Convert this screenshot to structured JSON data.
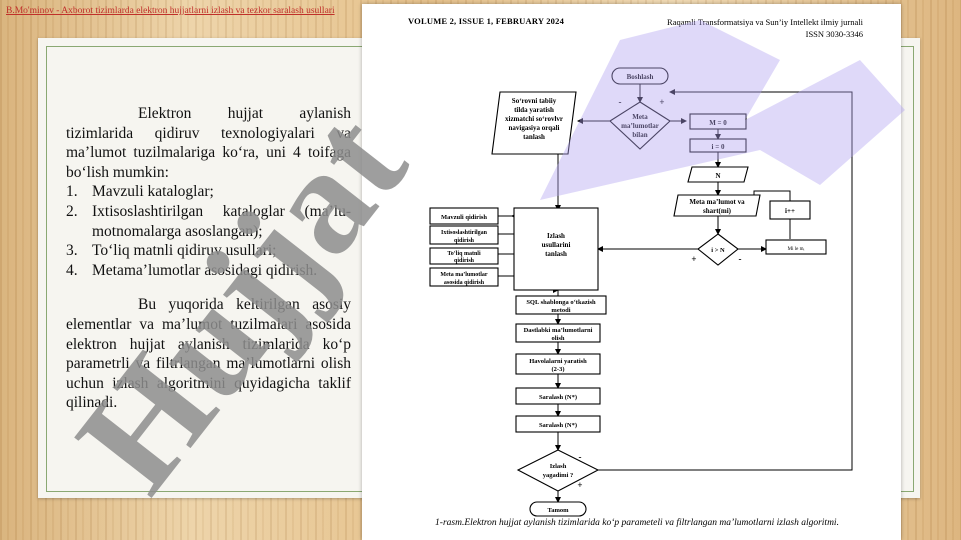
{
  "header": {
    "link_text": "B.Mo'minov - Axborot tizimlarda elektron hujjatlarni izlash va tezkor saralash usullari"
  },
  "slide": {
    "para1": "Elektron hujjat aylanish tizimlarida qidiruv texnologiyalari va ma’lumot tuzilmalariga ko‘ra, uni 4 toifaga bo‘lish mumkin:",
    "list": [
      {
        "num": "1.",
        "text": "Mavzuli kataloglar;"
      },
      {
        "num": "2.",
        "text": "Ixtisoslashtirilgan kataloglar (ma’lu-motnomalarga asoslangan);"
      },
      {
        "num": "3.",
        "text": "To‘liq matnli qidiruv usullari;"
      },
      {
        "num": "4.",
        "text": "Metama’lumotlar asosidagi qidirish."
      }
    ],
    "para2": "Bu yuqorida keltirilgan asosiy elementlar va ma’lumot tuzilmalari asosida elektron hujjat aylanish tizimlarida ko‘p parametrli va filtrlangan ma’lumotlarni olish uchun izlash algoritmini quyidagicha taklif qilinadi."
  },
  "page": {
    "volume": "VOLUME 2, ISSUE 1, FEBRUARY 2024",
    "journal": "Raqamli Transformatsiya va Sun’iy Intellekt ilmiy jurnali",
    "issn": "ISSN 3030-3346",
    "caption": "1-rasm.Elektron hujjat aylanish tizimlarida ko‘p parameteli va filtrlangan ma’lumotlarni izlash algoritmi.",
    "flow": {
      "start": "Boshlash",
      "sorov": [
        "So‘rovni tabiiy",
        "tilda yaratish",
        "xizmatchi so‘rovlvr",
        "navigasiya orqali",
        "tanlash"
      ],
      "meta_decision": [
        "Meta",
        "ma’lumotlar",
        "bilan"
      ],
      "m0": "M = 0",
      "i0": "i = 0",
      "n": "N",
      "meta_data": [
        "Meta ma’lumot va",
        "shart(mi)"
      ],
      "iinc": "i++",
      "cond": "i > N",
      "mi": "Mi le mᵢ",
      "search_choice": [
        "Izlash",
        "usullarini",
        "tanlash"
      ],
      "methods": [
        [
          "Mavzuli qidirish"
        ],
        [
          "Ixtisoslashtirilgan",
          "qidirish"
        ],
        [
          "To‘liq matnli",
          "qidirish"
        ],
        [
          "Meta ma’lumotlar",
          "asosida qidirish"
        ]
      ],
      "sql": [
        "SQL shablonga o‘tkazish",
        "metodi"
      ],
      "dastlabki": [
        "Dastlabki ma’lumotlarni",
        "olish"
      ],
      "havola": [
        "Havolalarni yaratish",
        "(2-3)"
      ],
      "saralash1": "Saralash (N*)",
      "saralash2": "Saralash (N*)",
      "finish_decision": [
        "Izlash",
        "yagadimi ?"
      ],
      "end": "Tamom",
      "plus": "+",
      "minus": "-"
    },
    "watermark": "Hujjat"
  }
}
